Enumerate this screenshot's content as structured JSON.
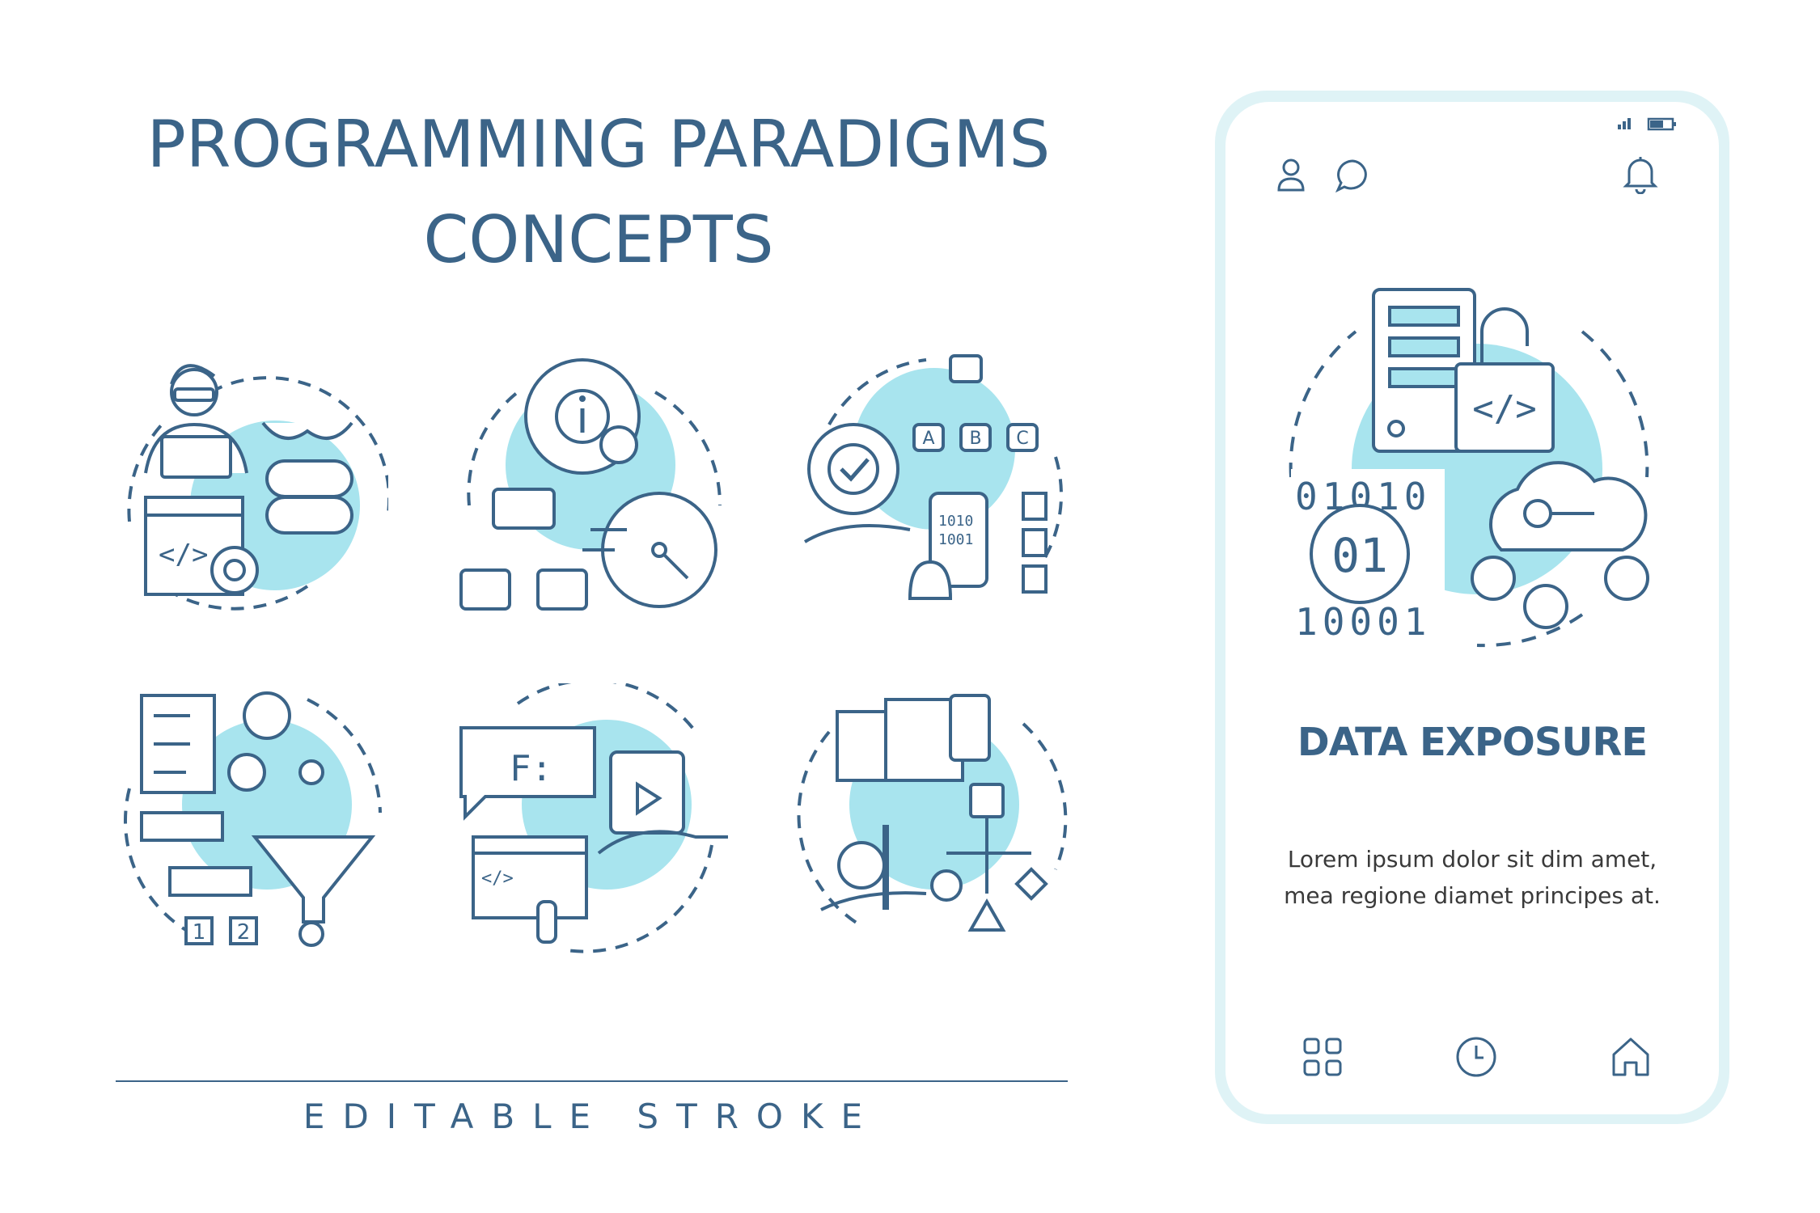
{
  "title": {
    "line1": "PROGRAMMING PARADIGMS",
    "line2": "CONCEPTS"
  },
  "footer": {
    "tagline": "EDITABLE STROKE"
  },
  "icons": [
    {
      "name": "programmer-books-certificate-icon",
      "code_glyph": "</>"
    },
    {
      "name": "info-cycle-stopwatch-icon"
    },
    {
      "name": "abc-flow-gear-binary-icon",
      "labels": [
        "A",
        "B",
        "C"
      ],
      "binary": [
        "1010",
        "1001"
      ]
    },
    {
      "name": "checklist-gear-funnel-icon",
      "numbers": [
        "1",
        "2"
      ]
    },
    {
      "name": "function-video-code-icon",
      "function_label": "F:",
      "code_glyph": "</>"
    },
    {
      "name": "devices-wrench-shapes-icon"
    }
  ],
  "phone": {
    "status_icons": [
      "signal-icon",
      "battery-icon"
    ],
    "top_left_icons": [
      "user-icon",
      "chat-icon"
    ],
    "top_right_icon": "bell-icon",
    "hero": {
      "icon": "data-exposure-icon",
      "binary_rows": [
        "01010",
        "10001"
      ],
      "center_bits": "01",
      "code_glyph": "</>"
    },
    "card_title": "DATA EXPOSURE",
    "card_body": "Lorem ipsum dolor sit dim amet, mea regione diamet principes at.",
    "nav": [
      "grid-icon",
      "clock-icon",
      "home-icon"
    ]
  },
  "colors": {
    "stroke": "#3b6488",
    "accent_fill": "#a8e4ee",
    "phone_frame": "#dff3f6"
  }
}
